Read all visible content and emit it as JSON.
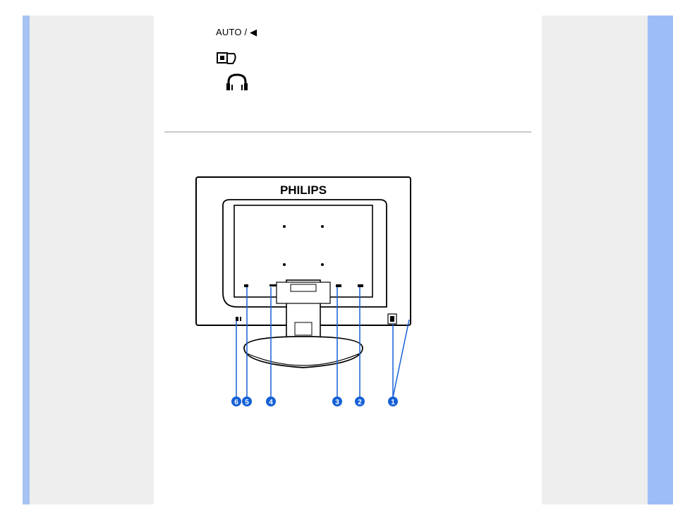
{
  "header_labels": {
    "auto_label": "AUTO / ◀"
  },
  "icons": [
    "input-source-icon",
    "headphone-icon"
  ],
  "diagram": {
    "brand": "PHILIPS",
    "callouts": [
      "6",
      "5",
      "4",
      "3",
      "2",
      "1"
    ]
  },
  "colors": {
    "side_blue": "#9dbdf8",
    "side_grey": "#eeeeee",
    "divider": "#c9c9c9",
    "callout_blue": "#1560d8"
  }
}
